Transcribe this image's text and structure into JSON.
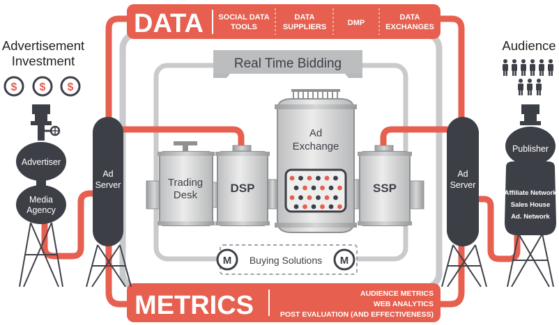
{
  "data_banner": {
    "title": "DATA",
    "items": [
      [
        "SOCIAL DATA",
        "TOOLS"
      ],
      [
        "DATA",
        "SUPPLIERS"
      ],
      [
        "DMP"
      ],
      [
        "DATA",
        "EXCHANGES"
      ]
    ]
  },
  "metrics_banner": {
    "title": "METRICS",
    "items": [
      "AUDIENCE METRICS",
      "WEB ANALYTICS",
      "POST EVALUATION (AND EFFECTIVENESS)"
    ]
  },
  "rtb_label": "Real Time Bidding",
  "buying_solutions": {
    "label": "Buying Solutions",
    "badge": "M"
  },
  "left": {
    "title": [
      "Advertisement",
      "Investment"
    ],
    "coin_symbol": "$",
    "advertiser": "Advertiser",
    "agency": [
      "Media",
      "Agency"
    ],
    "ad_server": [
      "Ad",
      "Server"
    ]
  },
  "right": {
    "title": "Audience",
    "publisher": "Publisher",
    "sellers": [
      "Affiliate Network",
      "Sales House",
      "Ad. Network"
    ],
    "ad_server": [
      "Ad",
      "Server"
    ]
  },
  "tanks": {
    "trading_desk": [
      "Trading",
      "Desk"
    ],
    "dsp": "DSP",
    "ad_exchange": [
      "Ad",
      "Exchange"
    ],
    "ssp": "SSP"
  },
  "colors": {
    "red": "#e65f4f",
    "dark": "#3d3f47",
    "gray": "#b9babc",
    "light_gray": "#d8d9da"
  }
}
